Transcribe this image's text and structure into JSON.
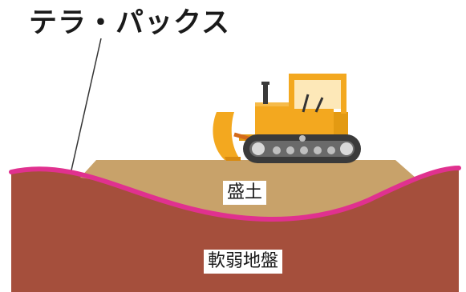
{
  "title": "テラ・パックス",
  "labels": {
    "embankment": "盛土",
    "soft_ground": "軟弱地盤"
  },
  "colors": {
    "ground": "#a54f3c",
    "embankment": "#c8a26a",
    "sheet": "#e0318f",
    "machine_yellow": "#f3a81f",
    "track": "#3a3a3a"
  },
  "icons": {
    "machine": "bulldozer-icon"
  }
}
